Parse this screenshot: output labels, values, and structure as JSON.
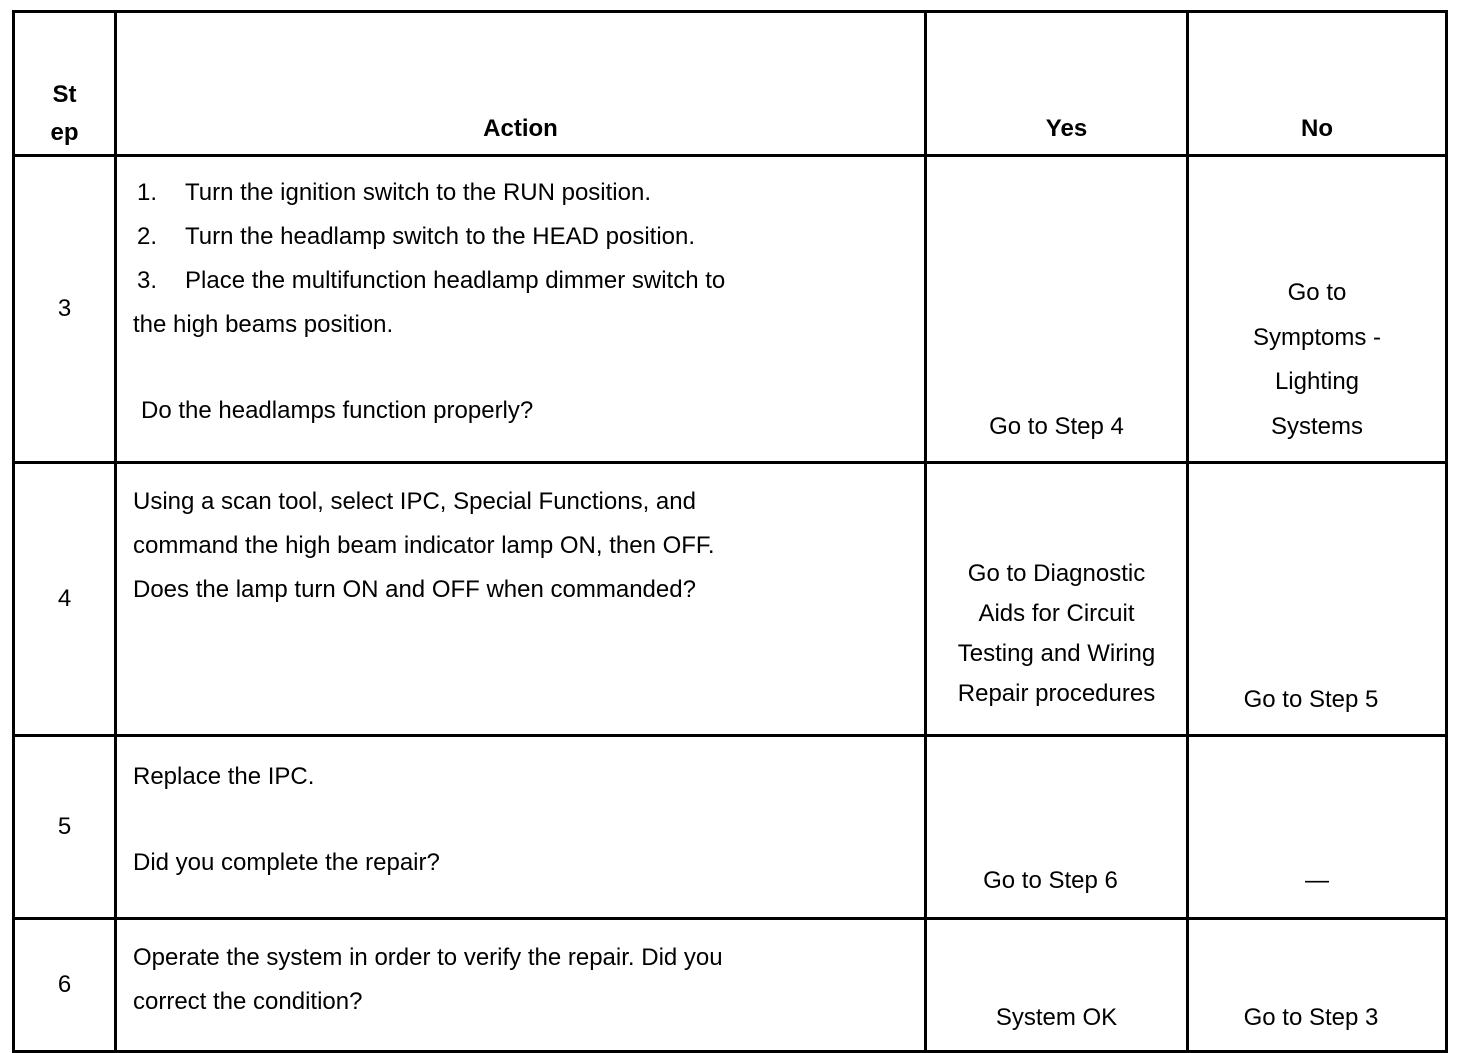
{
  "headers": {
    "step_line1": "St",
    "step_line2": "ep",
    "action": "Action",
    "yes": "Yes",
    "no": "No"
  },
  "rows": [
    {
      "step": "3",
      "action_steps": [
        {
          "num": "1.",
          "text": "Turn the ignition switch to the RUN position."
        },
        {
          "num": "2.",
          "text": "Turn the headlamp switch to the HEAD position."
        },
        {
          "num": "3.",
          "text": "Place the multifunction headlamp dimmer switch to"
        }
      ],
      "action_continuation": "the high beams position.",
      "question": "Do the headlamps function properly?",
      "yes": "Go to Step 4",
      "no_lines": [
        "Go to",
        "Symptoms -",
        "Lighting",
        "Systems"
      ]
    },
    {
      "step": "4",
      "action_lines": [
        "Using a scan tool, select IPC, Special Functions, and",
        "command the high beam indicator lamp ON, then OFF.",
        "Does the lamp turn ON and OFF when commanded?"
      ],
      "yes_lines": [
        "Go to Diagnostic",
        "Aids for Circuit",
        "Testing and Wiring",
        "Repair procedures"
      ],
      "no": "Go to Step 5"
    },
    {
      "step": "5",
      "action_line": "Replace the IPC.",
      "question": "Did you complete the repair?",
      "yes": "Go to Step 6",
      "no": "—"
    },
    {
      "step": "6",
      "action_lines": [
        "Operate the system in order to verify the repair. Did you",
        "correct the condition?"
      ],
      "yes": "System OK",
      "no": "Go to Step 3"
    }
  ]
}
